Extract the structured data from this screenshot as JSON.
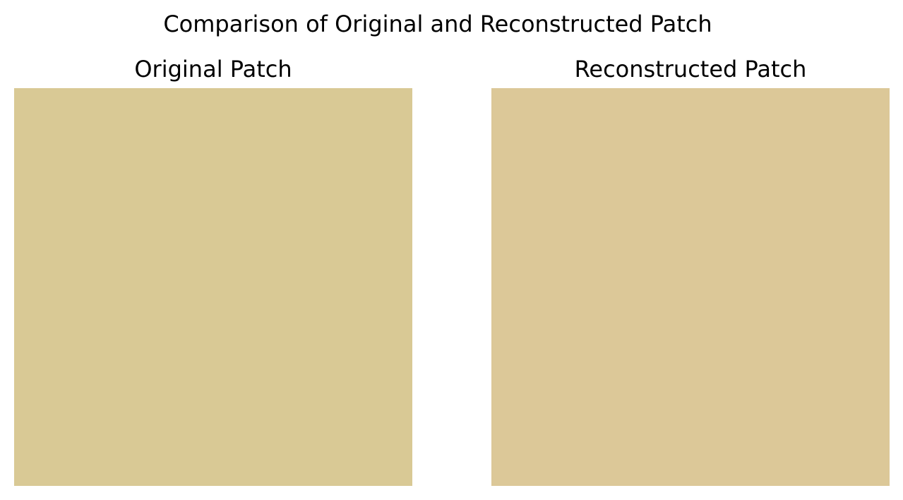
{
  "chart_data": {
    "type": "heatmap",
    "title": "Comparison of Original and Reconstructed Patch",
    "panels": [
      {
        "title": "Original Patch",
        "rows": 1,
        "cols": 1,
        "colors": [
          [
            "#d9c995"
          ]
        ]
      },
      {
        "title": "Reconstructed Patch",
        "rows": 1,
        "cols": 1,
        "colors": [
          [
            "#dcc898"
          ]
        ]
      }
    ],
    "axes": "off"
  }
}
